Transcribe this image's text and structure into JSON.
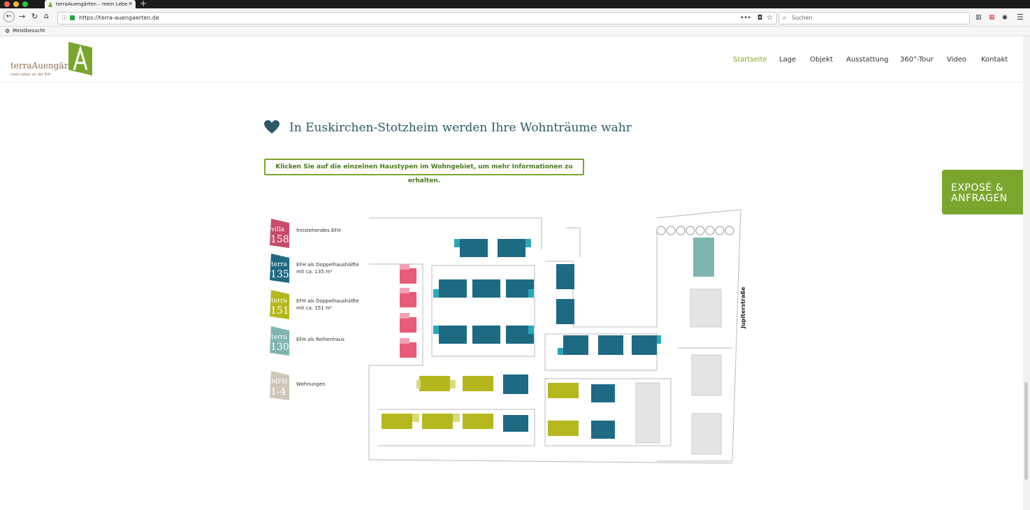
{
  "browser": {
    "tab_title": "terraAuengärten – mein Lebe",
    "url": "https://terra-auengaerten.de",
    "search_placeholder": "Suchen",
    "bookmark": "Meistbesucht",
    "colors": {
      "close": "#fe5f57",
      "min": "#febc2e",
      "max": "#28c840"
    }
  },
  "site": {
    "logo": {
      "name": "terraAuengärten",
      "tagline": "mein Leben an der Erft"
    },
    "menu": [
      "Startseite",
      "Lage",
      "Objekt",
      "Ausstattung",
      "360°-Tour",
      "Video",
      "Kontakt"
    ],
    "heading": "In Euskirchen-Stotzheim werden Ihre Wohnträume wahr",
    "info": "Klicken Sie auf die einzelnen Haustypen im Wohngebiet, um mehr Informationen zu erhalten.",
    "cta": [
      "EXPOSÉ &",
      "ANFRAGEN"
    ],
    "colors": {
      "accent": "#7aa62d",
      "heading": "#2d5a6b"
    }
  },
  "legend": [
    {
      "badge_top": "villa",
      "badge_num": "158",
      "color": "#c94a6a",
      "lines": [
        "freistehendes EFH"
      ]
    },
    {
      "badge_top": "terra",
      "badge_num": "135",
      "color": "#1e6a83",
      "lines": [
        "EFH als Doppelhaushälfte",
        "mit ca. 135 m²"
      ]
    },
    {
      "badge_top": "terra",
      "badge_num": "151",
      "color": "#b5b81c",
      "lines": [
        "EFH als Doppelhaushälfte",
        "mit ca. 151 m²"
      ]
    },
    {
      "badge_top": "terra",
      "badge_num": "130",
      "color": "#7fb5b0",
      "lines": [
        "EFH als Reihenhaus"
      ]
    },
    {
      "badge_top": "MFH",
      "badge_num": "1-4",
      "color": "#cfc6b8",
      "lines": [
        "Wohnungen"
      ]
    }
  ],
  "plan": {
    "street": "Jupiterstraße"
  }
}
